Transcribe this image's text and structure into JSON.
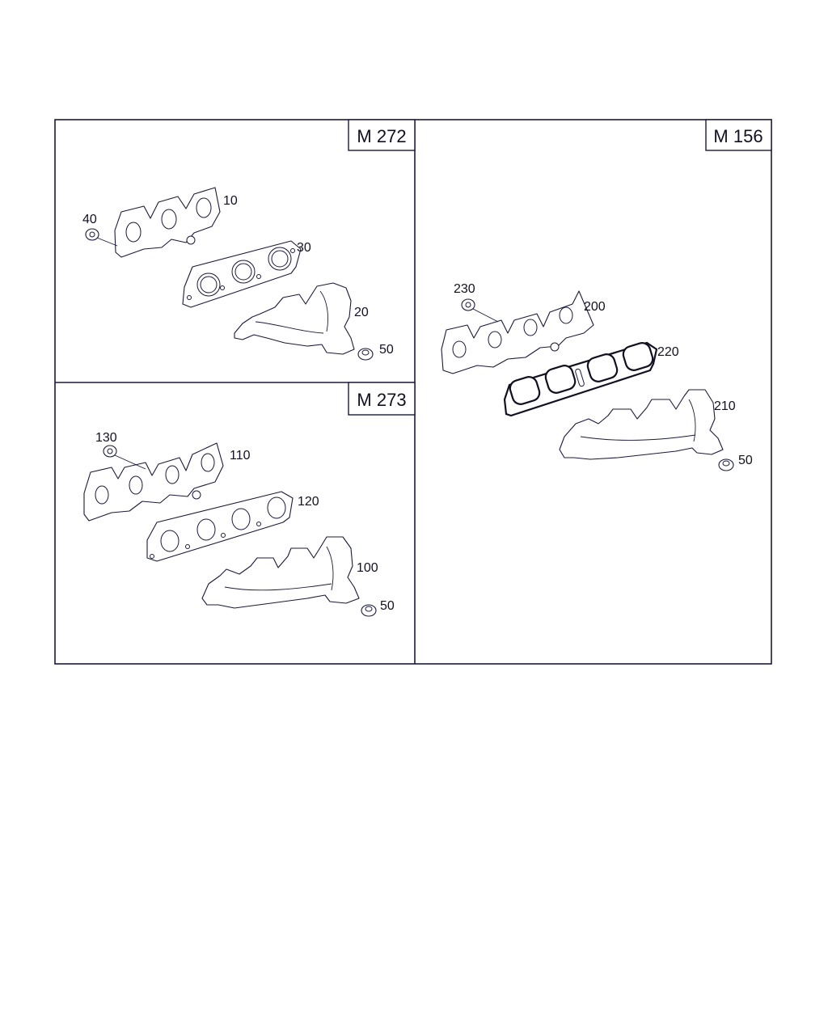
{
  "panels": {
    "m272": {
      "tag": "M 272"
    },
    "m273": {
      "tag": "M 273"
    },
    "m156": {
      "tag": "M 156"
    }
  },
  "labels": {
    "p10": "10",
    "p20": "20",
    "p30": "30",
    "p40": "40",
    "p50a": "50",
    "p100": "100",
    "p110": "110",
    "p120": "120",
    "p130": "130",
    "p50b": "50",
    "p200": "200",
    "p210": "210",
    "p220": "220",
    "p230": "230",
    "p50c": "50"
  }
}
